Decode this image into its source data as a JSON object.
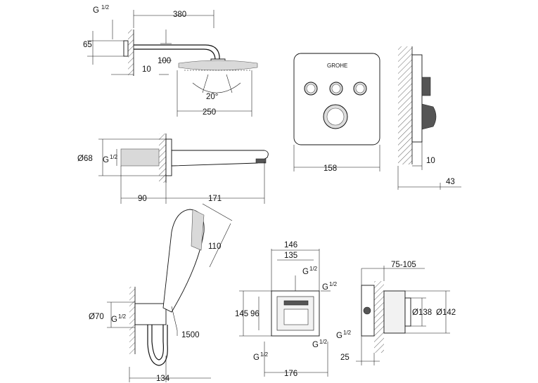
{
  "brand": {
    "logo_text": "GROHE"
  },
  "dimensions": {
    "shower_arm_length": "380",
    "shower_arm_drop": "100",
    "wall_plate": "65",
    "wall_gap": "10",
    "tilt_angle": "20°",
    "head_size": "250",
    "thread_top": "G",
    "thread_frac": "1/2",
    "panel_size": "158",
    "panel_depth": "10",
    "panel_offset": "43",
    "spout_diameter": "Ø68",
    "spout_wall": "90",
    "spout_length": "171",
    "hand_shower_size": "110",
    "elbow_diameter": "Ø70",
    "hose_length": "1500",
    "holder_width": "134",
    "box_outer_width": "146",
    "box_inner_width": "135",
    "box_outer_height": "145",
    "box_inner_height": "96",
    "box_overall": "176",
    "box_depth_range": "75-105",
    "box_dia_inner": "Ø138",
    "box_dia_outer": "Ø142",
    "box_min_depth": "25"
  }
}
